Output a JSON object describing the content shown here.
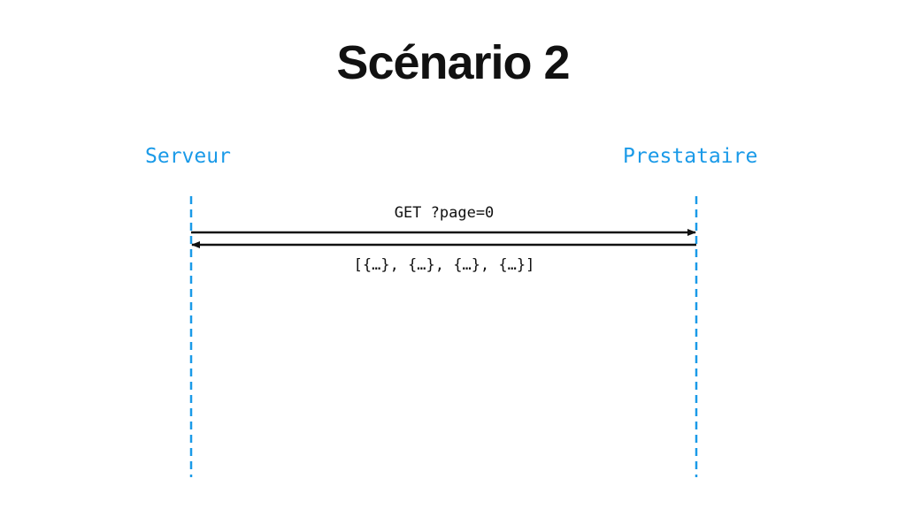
{
  "slide": {
    "title": "Scénario 2"
  },
  "participants": [
    {
      "label": "Serveur"
    },
    {
      "label": "Prestataire"
    }
  ],
  "messages": [
    {
      "label": "GET ?page=0",
      "from": "Serveur",
      "to": "Prestataire"
    },
    {
      "label": "[{…}, {…}, {…}, {…}]",
      "from": "Prestataire",
      "to": "Serveur"
    }
  ],
  "colors": {
    "participant": "#1a9ae8",
    "arrow": "#111111",
    "title": "#111111"
  }
}
